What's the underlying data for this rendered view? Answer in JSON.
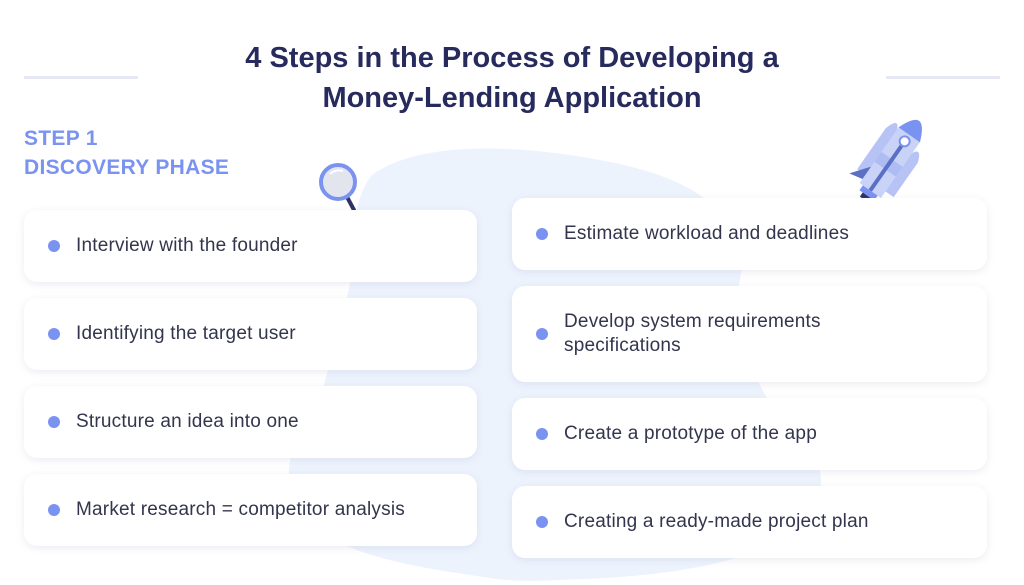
{
  "header": {
    "title_line1": "4 Steps in the Process of Developing a",
    "title_line2": "Money-Lending Application"
  },
  "step": {
    "number_label": "STEP 1",
    "phase_label": "DISCOVERY PHASE"
  },
  "left_column": {
    "items": [
      {
        "label": "Interview with the founder"
      },
      {
        "label": "Identifying the target user"
      },
      {
        "label": "Structure an idea into one"
      },
      {
        "label": "Market research = competitor analysis"
      }
    ]
  },
  "right_column": {
    "items": [
      {
        "label": "Estimate workload and deadlines"
      },
      {
        "label": "Develop system requirements specifications"
      },
      {
        "label": "Create a prototype of the app"
      },
      {
        "label": "Creating a ready-made project plan"
      }
    ]
  },
  "icons": {
    "magnifier": "magnifier-icon",
    "rocket": "rocket-icon",
    "bullet": "bullet-dot-icon"
  },
  "colors": {
    "title": "#272a5c",
    "accent": "#7b93f0",
    "text": "#33354d",
    "blob": "#edf3fd",
    "rule": "#e6e9f4"
  }
}
